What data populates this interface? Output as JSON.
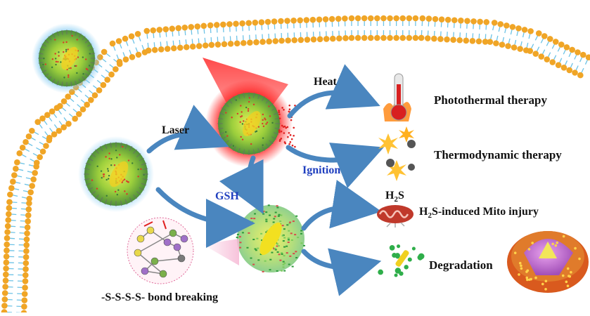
{
  "labels": {
    "laser": "Laser",
    "heat": "Heat",
    "ignition": "Ignition",
    "gsh": "GSH",
    "h2s_main": "H",
    "h2s_sub": "2",
    "h2s_tail": "S",
    "photothermal": "Photothermal therapy",
    "thermodynamic": "Thermodynamic therapy",
    "mito_h": "H",
    "mito_sub": "2",
    "mito_tail": "S-induced  Mito injury",
    "degradation": "Degradation",
    "bond": "-S-S-S-S- bond breaking"
  },
  "colors": {
    "arrow": "#4a86bf",
    "lipid_head": "#f0a526",
    "lipid_tail": "#6ec3e6",
    "laser_glow": "#ff2a2a",
    "label_blue": "#1f3fbf"
  }
}
